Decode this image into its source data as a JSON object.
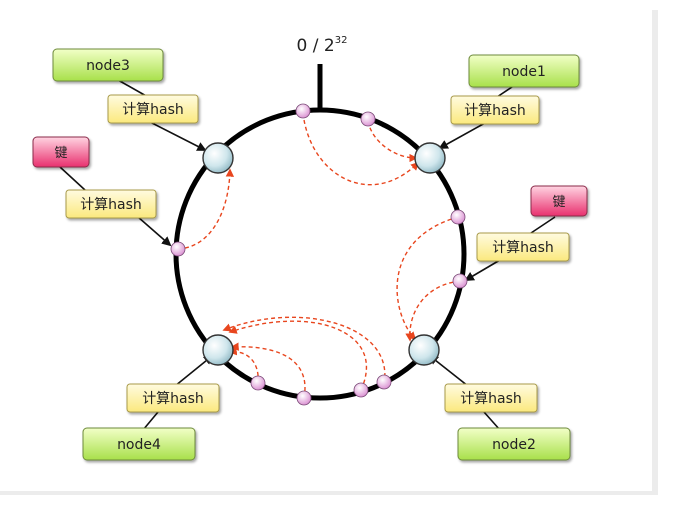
{
  "top_label": {
    "base": "0 / 2",
    "exp": "32"
  },
  "nodes": [
    {
      "name": "node1",
      "hash_label": "计算hash"
    },
    {
      "name": "node2",
      "hash_label": "计算hash"
    },
    {
      "name": "node3",
      "hash_label": "计算hash"
    },
    {
      "name": "node4",
      "hash_label": "计算hash"
    }
  ],
  "keys": [
    {
      "name": "键",
      "hash_label": "计算hash"
    },
    {
      "name": "键",
      "hash_label": "计算hash"
    }
  ],
  "colors": {
    "ring": "#000000",
    "node_box": "#cdf28a",
    "hash_box": "#fff4a6",
    "key_box": "#f25c8a",
    "node_circle": "#bfdfe6",
    "object_dot": "#f0b4e6",
    "arrow": "#e8461e"
  }
}
